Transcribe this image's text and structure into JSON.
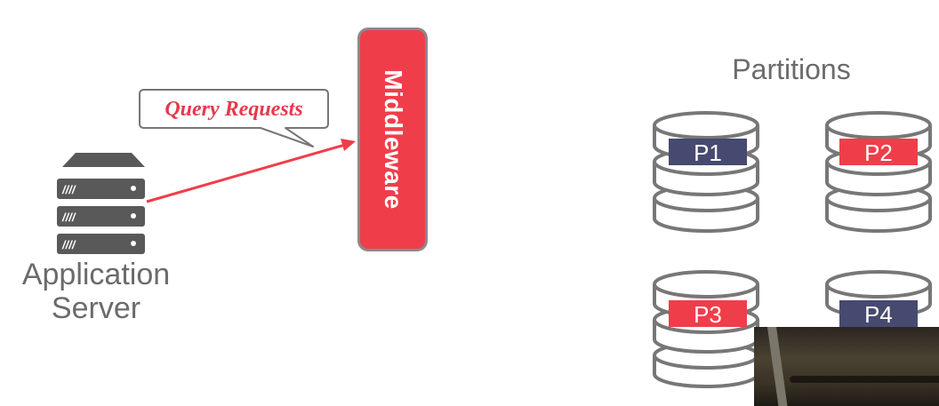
{
  "server": {
    "label_line1": "Application",
    "label_line2": "Server"
  },
  "callout": {
    "text": "Query Requests"
  },
  "middleware": {
    "label": "Middleware"
  },
  "partitions": {
    "title": "Partitions",
    "items": [
      {
        "label": "P1",
        "color": "#464a70"
      },
      {
        "label": "P2",
        "color": "#ef3e4a"
      },
      {
        "label": "P3",
        "color": "#ef3e4a"
      },
      {
        "label": "P4",
        "color": "#464a70"
      }
    ]
  },
  "colors": {
    "accent_red": "#ef3e4a",
    "navy": "#464a70",
    "gray_stroke": "#777777",
    "server_dark": "#595959"
  }
}
